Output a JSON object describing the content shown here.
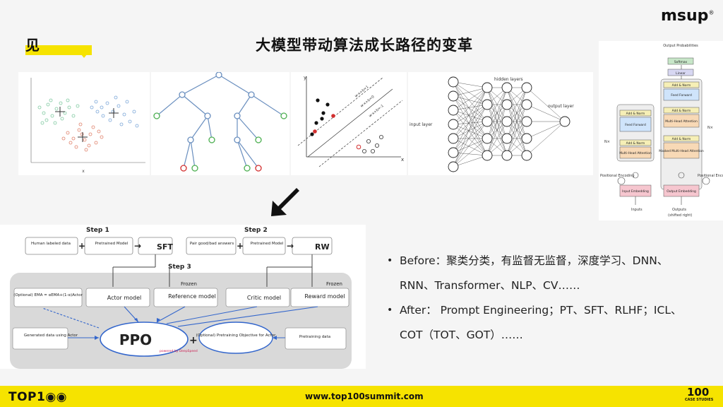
{
  "header": {
    "section_char": "见",
    "title": "大模型带动算法成长路径的变革",
    "brand": "msup",
    "brand_mark": "®"
  },
  "panels": {
    "decision_tree": {},
    "svm": {
      "y_axis": "y",
      "x_axis": "x",
      "lines": [
        "w·x+b=1",
        "w·x+b=0",
        "w·x+b=-1"
      ]
    },
    "neural_net": {
      "hidden": "hidden layers",
      "input": "input layer",
      "output": "output layer"
    },
    "transformer": {
      "output_probs": "Output Probabilities",
      "softmax": "Softmax",
      "linear": "Linear",
      "add_norm": "Add & Norm",
      "feed_forward": "Feed Forward",
      "multi_head": "Multi-Head Attention",
      "masked_multi_head": "Masked Multi-Head Attention",
      "nx": "N×",
      "positional_encoding": "Positional Encoding",
      "input_embedding": "Input Embedding",
      "output_embedding": "Output Embedding",
      "inputs": "Inputs",
      "outputs": "Outputs",
      "shifted": "(shifted right)"
    },
    "ppo": {
      "step1": "Step 1",
      "step2": "Step 2",
      "step3": "Step 3",
      "human_labeled": "Human labeled data",
      "pretrained": "Pretrained Model",
      "sft": "SFT",
      "pair_answers": "Pair good/bad answers",
      "rw": "RW",
      "frozen": "Frozen",
      "ema": "(Optional) EMA = αEMA+(1-α)Actor",
      "actor": "Actor model",
      "reference": "Reference model",
      "critic": "Critic model",
      "reward": "Reward model",
      "generated": "Generated data using Actor",
      "ppo": "PPO",
      "powered": "powered by DeepSpeed",
      "optional_obj": "(Optional) Pretraining Objective for Actor",
      "pretraining_data": "Pretraining data"
    }
  },
  "bullets": [
    {
      "line1": "Before：聚类分类，有监督无监督，深度学习、DNN、",
      "line2": "RNN、Transformer、NLP、CV……"
    },
    {
      "line1": "After： Prompt Engineering；PT、SFT、RLHF；ICL、",
      "line2": "COT（TOT、GOT）……"
    }
  ],
  "footer": {
    "logo": "TOP1",
    "url": "www.top100summit.com",
    "badge_num": "100",
    "badge_text": "CASE STUDIES"
  }
}
